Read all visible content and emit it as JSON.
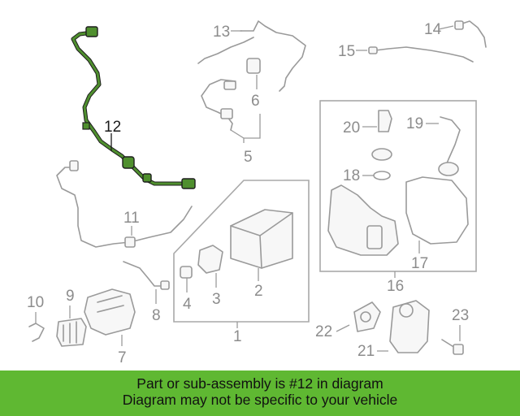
{
  "diagram": {
    "highlight_color": "#4f8f2e",
    "callouts": {
      "c1": "1",
      "c2": "2",
      "c3": "3",
      "c4": "4",
      "c5": "5",
      "c6": "6",
      "c7": "7",
      "c8": "8",
      "c9": "9",
      "c10": "10",
      "c11": "11",
      "c12": "12",
      "c13": "13",
      "c14": "14",
      "c15": "15",
      "c16": "16",
      "c17": "17",
      "c18": "18",
      "c19": "19",
      "c20": "20",
      "c21": "21",
      "c22": "22",
      "c23": "23"
    }
  },
  "banner": {
    "line1": "Part or sub-assembly is #12 in diagram",
    "line2": "Diagram may not be specific to your vehicle",
    "color": "#5fb832"
  }
}
